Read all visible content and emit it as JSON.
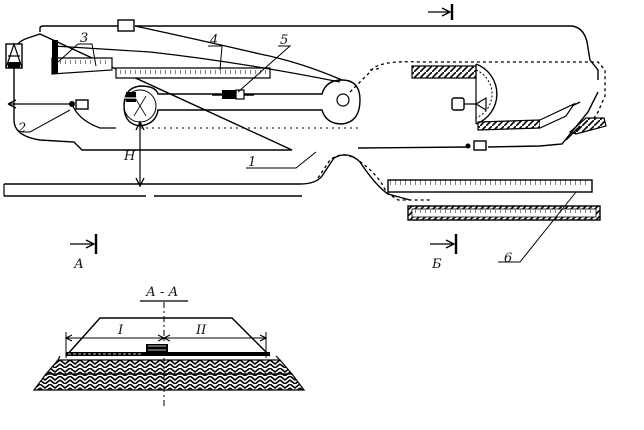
{
  "labels": {
    "n1": "1",
    "n2": "2",
    "n3": "3",
    "n4": "4",
    "n5": "5",
    "n6": "6",
    "dim_h": "Н",
    "section_a": "А",
    "section_b": "Б",
    "section_title": "А - А",
    "zone_i": "I",
    "zone_ii": "II"
  }
}
